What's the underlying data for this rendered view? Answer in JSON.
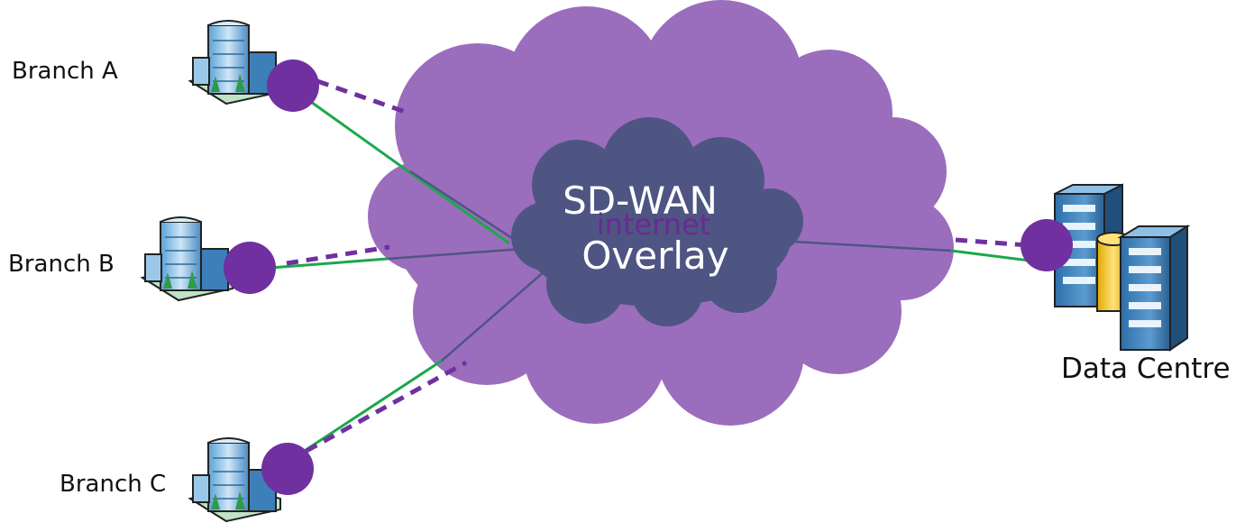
{
  "branches": [
    {
      "label": "Branch A"
    },
    {
      "label": "Branch B"
    },
    {
      "label": "Branch C"
    }
  ],
  "data_centre": {
    "label": "Data Centre"
  },
  "cloud": {
    "outer_label": "internet",
    "inner_line1": "SD-WAN",
    "inner_line2": "Overlay"
  },
  "colors": {
    "outer_cloud": "#9b6dbd",
    "inner_cloud": "#4e5583",
    "router_node": "#7030a0",
    "underlay_link": "#1aa84a",
    "overlay_link": "#4e5583",
    "tunnel_dashed": "#7030a0",
    "overlay_text": "#ffffff",
    "internet_text": "#6a2a92"
  },
  "icons": {
    "branch": "office-building-icon",
    "data_centre": "datacenter-servers-icon",
    "router": "router-node-icon"
  }
}
